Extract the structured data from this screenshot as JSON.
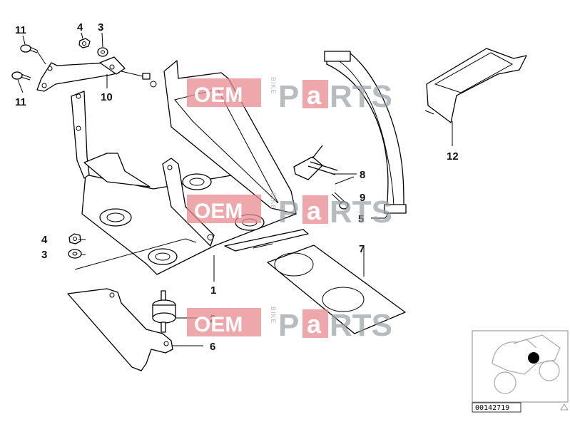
{
  "callouts": {
    "c1": "1",
    "c2": "2",
    "c3a": "3",
    "c3b": "3",
    "c4a": "4",
    "c4b": "4",
    "c5": "5",
    "c6": "6",
    "c7": "7",
    "c8": "8",
    "c9": "9",
    "c10": "10",
    "c11a": "11",
    "c11b": "11",
    "c12": "12"
  },
  "watermark": {
    "oem": "OEM",
    "bike": "BIKE",
    "p": "P",
    "a": "a",
    "rts": "RTS"
  },
  "inset": {
    "doc_id": "00142719",
    "marker_color": "#000000"
  },
  "colors": {
    "watermark": "#e88a8f"
  }
}
